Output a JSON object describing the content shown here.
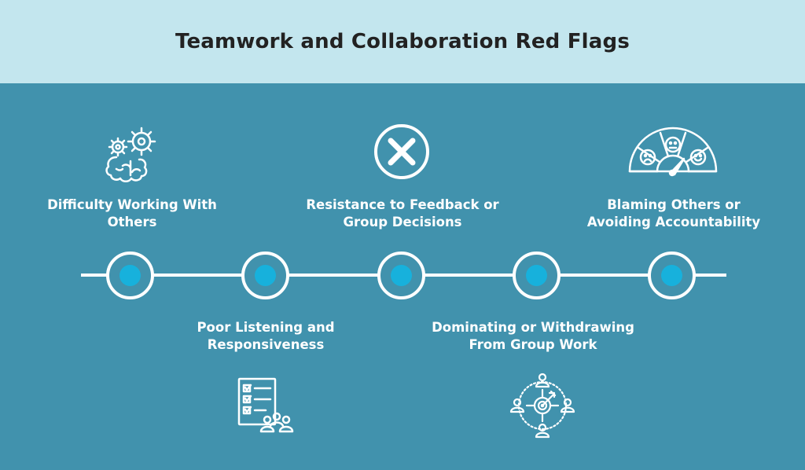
{
  "title": "Teamwork and Collaboration Red Flags",
  "colors": {
    "header_bg": "#c3e6ee",
    "main_bg": "#4192ad",
    "node_dot": "#17b1dc",
    "line": "#ffffff"
  },
  "items": [
    {
      "lines": [
        "Difficulty Working With",
        "Others"
      ],
      "icon": "gears-brain-icon",
      "position": "above"
    },
    {
      "lines": [
        "Poor Listening and",
        "Responsiveness"
      ],
      "icon": "checklist-team-icon",
      "position": "below"
    },
    {
      "lines": [
        "Resistance to Feedback or",
        "Group Decisions"
      ],
      "icon": "x-circle-icon",
      "position": "above"
    },
    {
      "lines": [
        "Dominating or Withdrawing",
        "From Group Work"
      ],
      "icon": "target-people-icon",
      "position": "below"
    },
    {
      "lines": [
        "Blaming Others or",
        "Avoiding Accountability"
      ],
      "icon": "mood-gauge-icon",
      "position": "above"
    }
  ]
}
